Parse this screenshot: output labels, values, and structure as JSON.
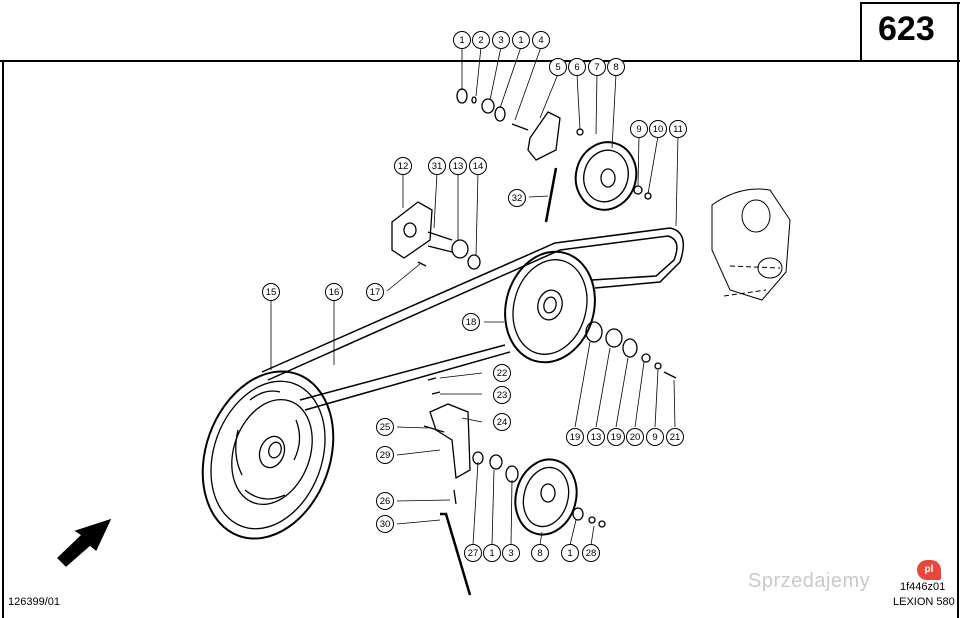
{
  "page_number": "623",
  "drawing_number": "126399/01",
  "figure_code": "1f446z01",
  "model": "LEXION 580",
  "watermark": "Sprzedajemy",
  "watermark_badge": "pl",
  "callouts": [
    "1",
    "2",
    "3",
    "1",
    "4",
    "5",
    "6",
    "7",
    "8",
    "9",
    "10",
    "11",
    "12",
    "31",
    "13",
    "14",
    "32",
    "17",
    "15",
    "16",
    "18",
    "19",
    "13",
    "19",
    "20",
    "9",
    "21",
    "22",
    "23",
    "24",
    "25",
    "29",
    "26",
    "30",
    "27",
    "1",
    "3",
    "8",
    "1",
    "28"
  ]
}
